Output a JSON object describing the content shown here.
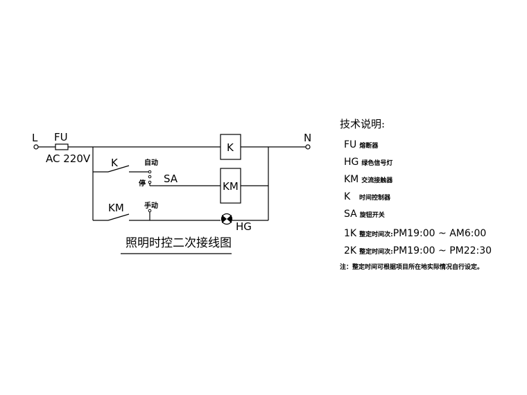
{
  "diagram": {
    "terminal_left": "L",
    "terminal_right": "N",
    "fuse_label": "FU",
    "supply_label": "AC 220V",
    "timer_contact_label": "K",
    "auto_label": "自动",
    "stop_label": "停",
    "selector_label": "SA",
    "manual_label": "手动",
    "contactor_contact_label": "KM",
    "timer_coil_label": "K",
    "contactor_coil_label": "KM",
    "lamp_label": "HG",
    "title": "照明时控二次接线图"
  },
  "notes": {
    "heading": "技术说明:",
    "items": [
      {
        "code": "FU",
        "desc": "熔断器"
      },
      {
        "code": "HG",
        "desc": "绿色信号灯"
      },
      {
        "code": "KM",
        "desc": "交流接触器"
      },
      {
        "code": "K",
        "desc": "时间控制器"
      },
      {
        "code": "SA",
        "desc": "旋钮开关"
      },
      {
        "code": "1K",
        "desc": "整定时间次:",
        "time": "PM19:00 ~ AM6:00"
      },
      {
        "code": "2K",
        "desc": "整定时间次:",
        "time": "PM19:00 ~ PM22:30"
      }
    ],
    "footnote": "注：整定时间可根据项目所在地实际情况自行设定。"
  }
}
